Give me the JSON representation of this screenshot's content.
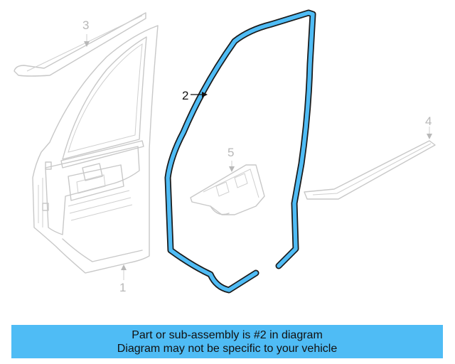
{
  "diagram": {
    "callouts": {
      "part_1": "1",
      "part_2": "2",
      "part_3": "3",
      "part_4": "4",
      "part_5": "5"
    },
    "highlight_color": "#4fbcf5",
    "highlighted_part": "2"
  },
  "banner": {
    "line1": "Part or sub-assembly is #2 in diagram",
    "line2": "Diagram may not be specific to your vehicle",
    "background": "#4fbcf5"
  }
}
